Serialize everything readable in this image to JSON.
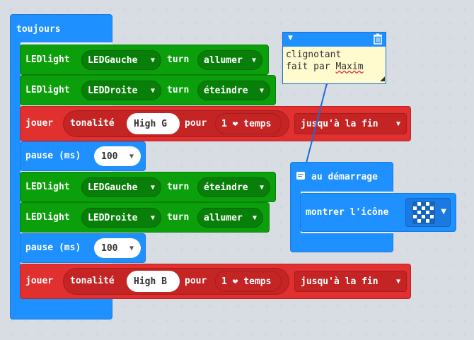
{
  "forever": {
    "label": "toujours"
  },
  "blocks": {
    "led1": {
      "kw": "LEDlight",
      "target": "LEDGauche",
      "turn": "turn",
      "state": "allumer"
    },
    "led2": {
      "kw": "LEDlight",
      "target": "LEDDroite",
      "turn": "turn",
      "state": "éteindre"
    },
    "tone1": {
      "kw": "jouer",
      "tone_label": "tonalité",
      "note": "High G",
      "pour": "pour",
      "beats": "1 ❤ temps",
      "until": "jusqu'à la fin"
    },
    "pause1": {
      "label": "pause (ms)",
      "value": "100"
    },
    "led3": {
      "kw": "LEDlight",
      "target": "LEDGauche",
      "turn": "turn",
      "state": "éteindre"
    },
    "led4": {
      "kw": "LEDlight",
      "target": "LEDDroite",
      "turn": "turn",
      "state": "allumer"
    },
    "pause2": {
      "label": "pause (ms)",
      "value": "100"
    },
    "tone2": {
      "kw": "jouer",
      "tone_label": "tonalité",
      "note": "High B",
      "pour": "pour",
      "beats": "1 ❤ temps",
      "until": "jusqu'à la fin"
    }
  },
  "comment": {
    "line1": "clignotant",
    "line2_prefix": "fait par ",
    "line2_name": "Maxim"
  },
  "on_start": {
    "label": "au démarrage",
    "show_icon": "montrer l'icône"
  },
  "colors": {
    "blue": "#1e90ff",
    "green": "#0b9f0b",
    "red": "#e03030",
    "comment_bg": "#fffbcf"
  }
}
